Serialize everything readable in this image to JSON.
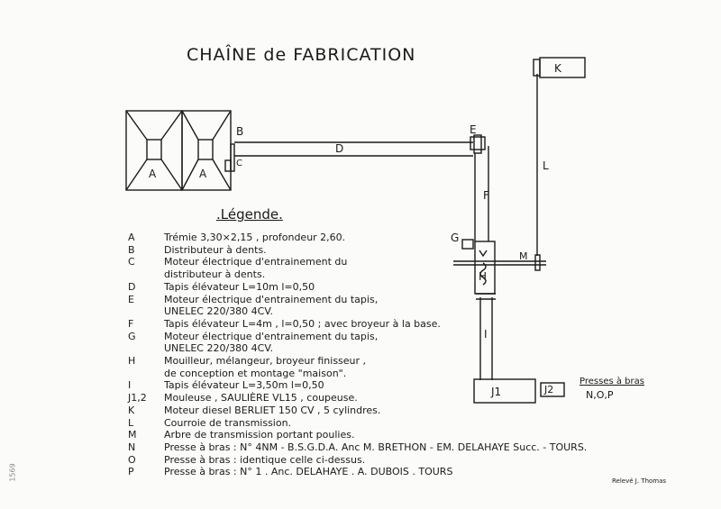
{
  "title": "CHAÎNE de FABRICATION",
  "legend_heading": ".Légende.",
  "legend": [
    {
      "key": "A",
      "text": "Trémie 3,30×2,15 , profondeur 2,60."
    },
    {
      "key": "B",
      "text": "Distributeur à dents."
    },
    {
      "key": "C",
      "text": "Moteur électrique d'entrainement du"
    },
    {
      "key": "",
      "text": "distributeur à dents."
    },
    {
      "key": "D",
      "text": "Tapis élévateur L=10m l=0,50"
    },
    {
      "key": "E",
      "text": "Moteur électrique d'entrainement du tapis,"
    },
    {
      "key": "",
      "text": "UNELEC 220/380 4CV."
    },
    {
      "key": "F",
      "text": "Tapis élévateur L=4m , l=0,50 ; avec broyeur à la base."
    },
    {
      "key": "G",
      "text": "Moteur électrique d'entrainement du tapis,"
    },
    {
      "key": "",
      "text": "UNELEC 220/380 4CV."
    },
    {
      "key": "H",
      "text": "Mouilleur, mélangeur, broyeur finisseur ,"
    },
    {
      "key": "",
      "text": "de conception et montage \"maison\"."
    },
    {
      "key": "I",
      "text": "Tapis élévateur L=3,50m l=0,50"
    },
    {
      "key": "J1,2",
      "text": "Mouleuse , SAULIÈRE VL15 , coupeuse."
    },
    {
      "key": "K",
      "text": "Moteur diesel BERLIET 150 CV , 5 cylindres."
    },
    {
      "key": "L",
      "text": "Courroie de transmission."
    },
    {
      "key": "M",
      "text": "Arbre de transmission portant poulies."
    },
    {
      "key": "N",
      "text": "Presse à bras : N° 4NM - B.S.G.D.A. Anc M. BRETHON - EM. DELAHAYE Succ. - TOURS."
    },
    {
      "key": "O",
      "text": "Presse à bras : identique celle ci-dessus."
    },
    {
      "key": "P",
      "text": "Presse à bras : N° 1 . Anc. DELAHAYE . A. DUBOIS . TOURS"
    }
  ],
  "labels": {
    "A1": "A",
    "A2": "A",
    "B": "B",
    "C": "C",
    "D": "D",
    "E": "E",
    "F": "F",
    "G": "G",
    "H": "H",
    "I": "I",
    "J1": "J1",
    "J2": "J2",
    "K": "K",
    "L": "L",
    "M": "M"
  },
  "presses_heading": "Presses à bras",
  "presses_value": "N,O,P",
  "credit": "Relevé J. Thomas",
  "margin_note": "1569",
  "colors": {
    "ink": "#1a1a1a",
    "paper": "#fbfbf9"
  }
}
